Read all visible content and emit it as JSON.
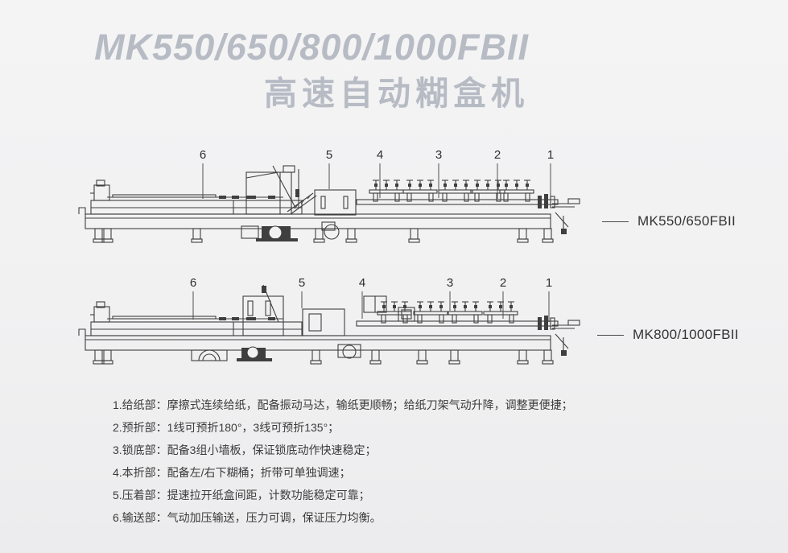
{
  "page": {
    "title_line1": "MK550/650/800/1000FBII",
    "title_line2": "高速自动糊盒机"
  },
  "machine1": {
    "label": "MK550/650FBII",
    "callouts": [
      "6",
      "5",
      "4",
      "3",
      "2",
      "1"
    ]
  },
  "machine2": {
    "label": "MK800/1000FBII",
    "callouts": [
      "6",
      "5",
      "4",
      "3",
      "2",
      "1"
    ]
  },
  "features": [
    "1.给纸部：摩擦式连续给纸，配备振动马达，输纸更顺畅；给纸刀架气动升降，调整更便捷；",
    "2.预折部：1线可预折180°，3线可预折135°；",
    "3.锁底部：配备3组小墙板，保证锁底动作快速稳定；",
    "4.本折部：配备左/右下糊桶；折带可单独调速；",
    "5.压着部：提速拉开纸盒间距，计数功能稳定可靠；",
    "6.输送部：气动加压输送，压力可调，保证压力均衡。"
  ],
  "colors": {
    "title": "#b7bbc4",
    "line_art": "#3f3f3f",
    "text": "#3b3b3b",
    "background": "#f1f1f2"
  }
}
